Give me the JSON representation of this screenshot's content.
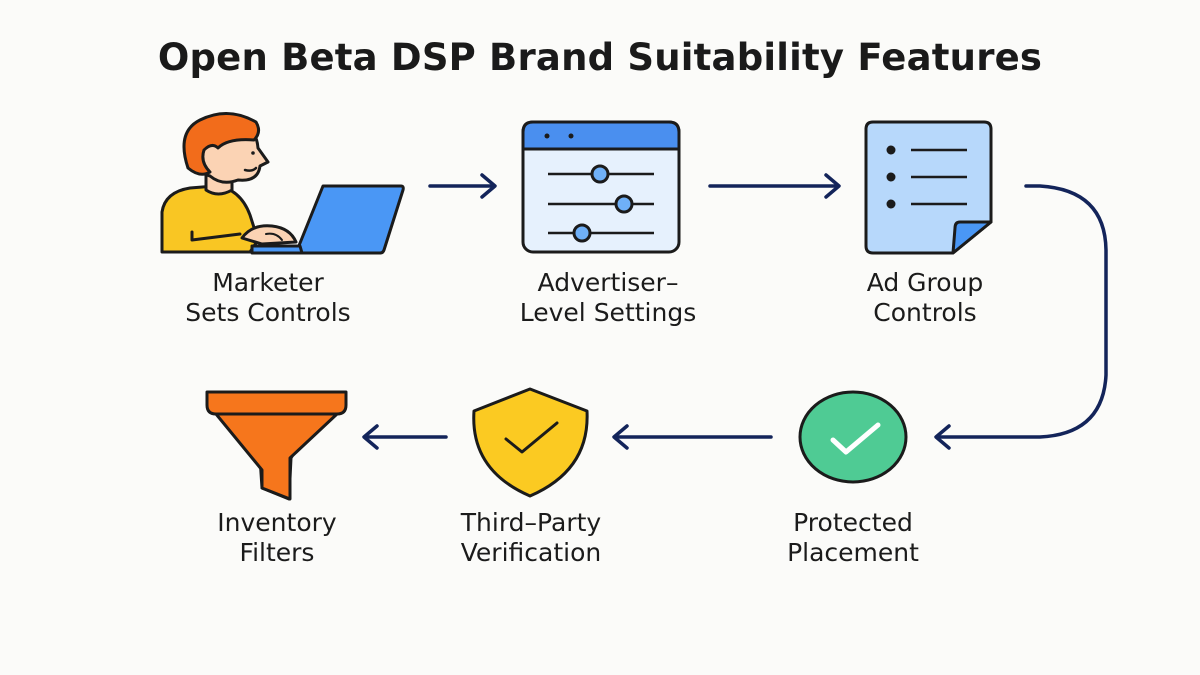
{
  "title": "Open Beta DSP Brand Suitability Features",
  "colors": {
    "arrow": "#13245a",
    "outline": "#1b1b1b",
    "hair": "#f26c1b",
    "skin": "#fbd3b4",
    "shirt": "#f9c623",
    "laptop": "#4a97f5",
    "window_header": "#4a8fef",
    "window_body": "#e6f1fd",
    "slider_knob": "#6fb0f7",
    "doc_body": "#b7d8fb",
    "doc_fold": "#4a97f5",
    "check_circle": "#4fcb94",
    "shield": "#fbca22",
    "funnel": "#f6761c",
    "background": "#fbfbf9"
  },
  "steps": [
    {
      "id": "marketer",
      "icon": "person-laptop-icon",
      "line1": "Marketer",
      "line2": "Sets Controls"
    },
    {
      "id": "advertiser",
      "icon": "settings-sliders-window-icon",
      "line1": "Advertiser–",
      "line2": "Level Settings"
    },
    {
      "id": "adgroup",
      "icon": "document-list-icon",
      "line1": "Ad Group",
      "line2": "Controls"
    },
    {
      "id": "protected",
      "icon": "check-circle-icon",
      "line1": "Protected",
      "line2": "Placement"
    },
    {
      "id": "verification",
      "icon": "shield-check-icon",
      "line1": "Third–Party",
      "line2": "Verification"
    },
    {
      "id": "filters",
      "icon": "funnel-icon",
      "line1": "Inventory",
      "line2": "Filters"
    }
  ],
  "flow": [
    {
      "from": "marketer",
      "to": "advertiser"
    },
    {
      "from": "advertiser",
      "to": "adgroup"
    },
    {
      "from": "adgroup",
      "to": "protected"
    },
    {
      "from": "protected",
      "to": "verification"
    },
    {
      "from": "verification",
      "to": "filters"
    }
  ]
}
